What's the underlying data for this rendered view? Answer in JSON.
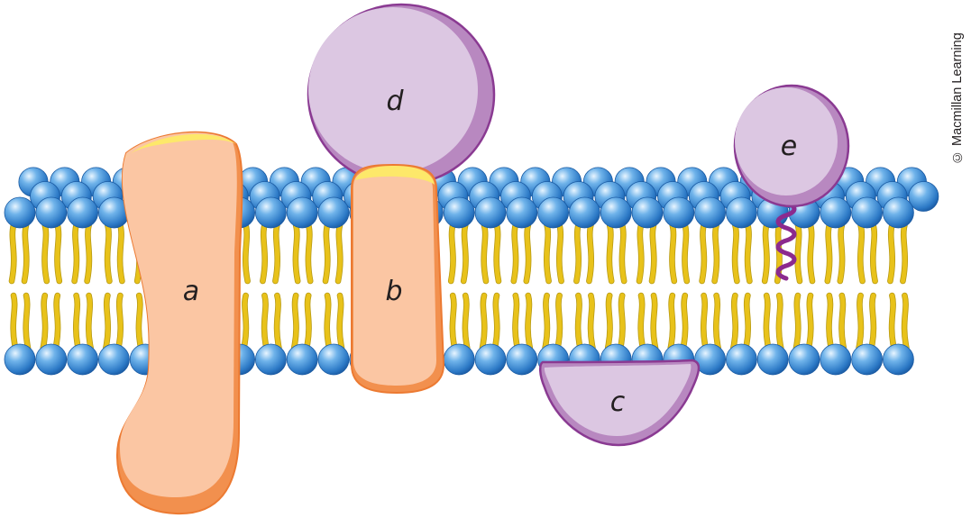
{
  "credit": "© Macmillan Learning",
  "proteins": {
    "a": "a",
    "b": "b",
    "c": "c",
    "d": "d",
    "e": "e"
  },
  "colors": {
    "head": "#3f8fd6",
    "head_highlight": "#e8f5ff",
    "head_dark": "#1a5aa2",
    "tail": "#e8c21a",
    "tail_outline": "#b89a12",
    "integral_protein": "#fbc6a3",
    "integral_outline": "#ec7a32",
    "integral_shadow": "#f2904e",
    "integral_top": "#fde86a",
    "peripheral_protein": "#dcc7e2",
    "peripheral_shadow": "#b888c0",
    "peripheral_outline": "#8a3a92",
    "anchor": "#8b2a8e"
  }
}
